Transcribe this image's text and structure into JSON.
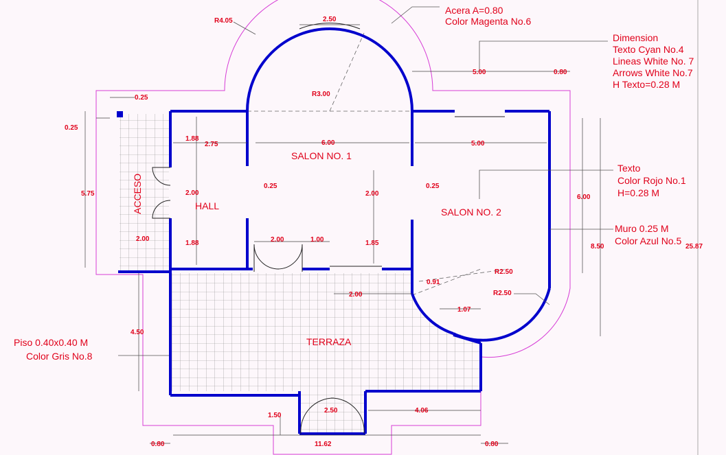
{
  "room_labels": {
    "salon1": "SALON NO. 1",
    "salon2": "SALON NO. 2",
    "hall": "HALL",
    "acceso": "ACCESO",
    "terraza": "TERRAZA"
  },
  "notes": {
    "acera": [
      "Acera A=0.80",
      "Color Magenta No.6"
    ],
    "dimension": [
      "Dimension",
      "Texto Cyan No.4",
      "Lineas White No. 7",
      "Arrows White No.7",
      "H Texto=0.28 M"
    ],
    "texto": [
      "Texto",
      "Color Rojo No.1",
      "H=0.28 M"
    ],
    "muro": [
      "Muro 0.25 M",
      "Color Azul No.5"
    ],
    "piso": [
      "Piso 0.40x0.40 M",
      "Color Gris No.8"
    ]
  },
  "dimensions": {
    "r405": "R4.05",
    "top_250": "2.50",
    "r300": "R3.00",
    "top_500": "5.00",
    "top_080": "0.80",
    "left_025_top": "0.25",
    "left_025_side": "0.25",
    "left_575": "5.75",
    "hall_188_top": "1.88",
    "hall_275": "2.75",
    "salon1_600": "6.00",
    "salon2_500": "5.00",
    "gap_025_left": "0.25",
    "gap_025_right": "0.25",
    "hall_200": "2.00",
    "mid_200": "2.00",
    "right_600": "6.00",
    "right_850": "8.50",
    "right_2587": "25.87",
    "acceso_200": "2.00",
    "hall_188_bot": "1.88",
    "door_200": "2.00",
    "door_100": "1.00",
    "mid_185": "1.85",
    "r250_a": "R2.50",
    "r250_b": "R2.50",
    "d091": "0.91",
    "terr_200": "2.00",
    "d107": "1.07",
    "left_450": "4.50",
    "bot_150": "1.50",
    "bot_250": "2.50",
    "bot_406": "4.06",
    "bot_080_left": "0.80",
    "bot_1162": "11.62",
    "bot_080_right": "0.80"
  }
}
